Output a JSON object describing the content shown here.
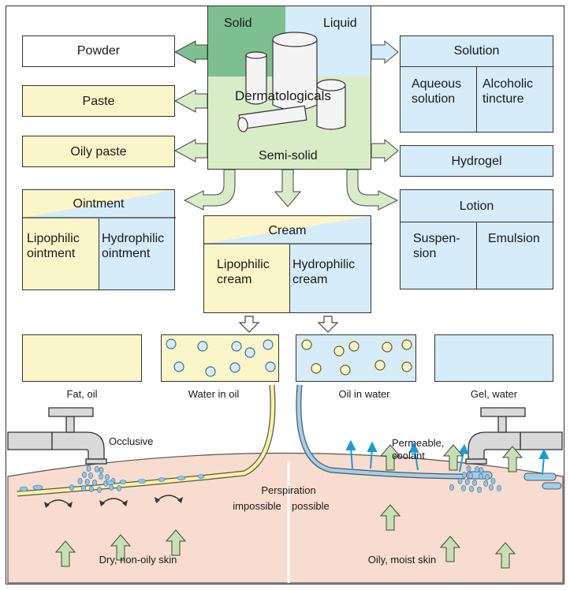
{
  "center": {
    "solid": "Solid",
    "liquid": "Liquid",
    "dermatologicals": "Dermatologicals",
    "semisolid": "Semi-solid"
  },
  "left": {
    "powder": "Powder",
    "paste": "Paste",
    "oily_paste": "Oily paste",
    "ointment": {
      "title": "Ointment",
      "lipophilic": "Lipophilic ointment",
      "hydrophilic": "Hydrophilic ointment"
    }
  },
  "right": {
    "solution": {
      "title": "Solution",
      "aqueous": "Aqueous solution",
      "alcoholic": "Alcoholic tincture"
    },
    "hydrogel": "Hydrogel",
    "lotion": {
      "title": "Lotion",
      "suspension": "Suspen- sion",
      "emulsion": "Emulsion"
    }
  },
  "cream": {
    "title": "Cream",
    "lipophilic": "Lipophilic cream",
    "hydrophilic": "Hydrophilic cream"
  },
  "bases": {
    "fat_oil": "Fat, oil",
    "water_in_oil": "Water in oil",
    "oil_in_water": "Oil in water",
    "gel_water": "Gel, water"
  },
  "skin": {
    "occlusive": "Occlusive",
    "permeable": "Permeable, coolant",
    "perspiration": "Perspiration",
    "impossible": "impossible",
    "possible": "possible",
    "dry": "Dry, non-oily skin",
    "oily": "Oily, moist skin"
  },
  "colors": {
    "solid_green": "#7dbf8e",
    "liquid_blue": "#d6ecf8",
    "semisolid_green": "#d9ecc8",
    "yellow": "#fbf6c9",
    "skin": "#f8dccf",
    "arrow_green": "#c6e0b2"
  }
}
